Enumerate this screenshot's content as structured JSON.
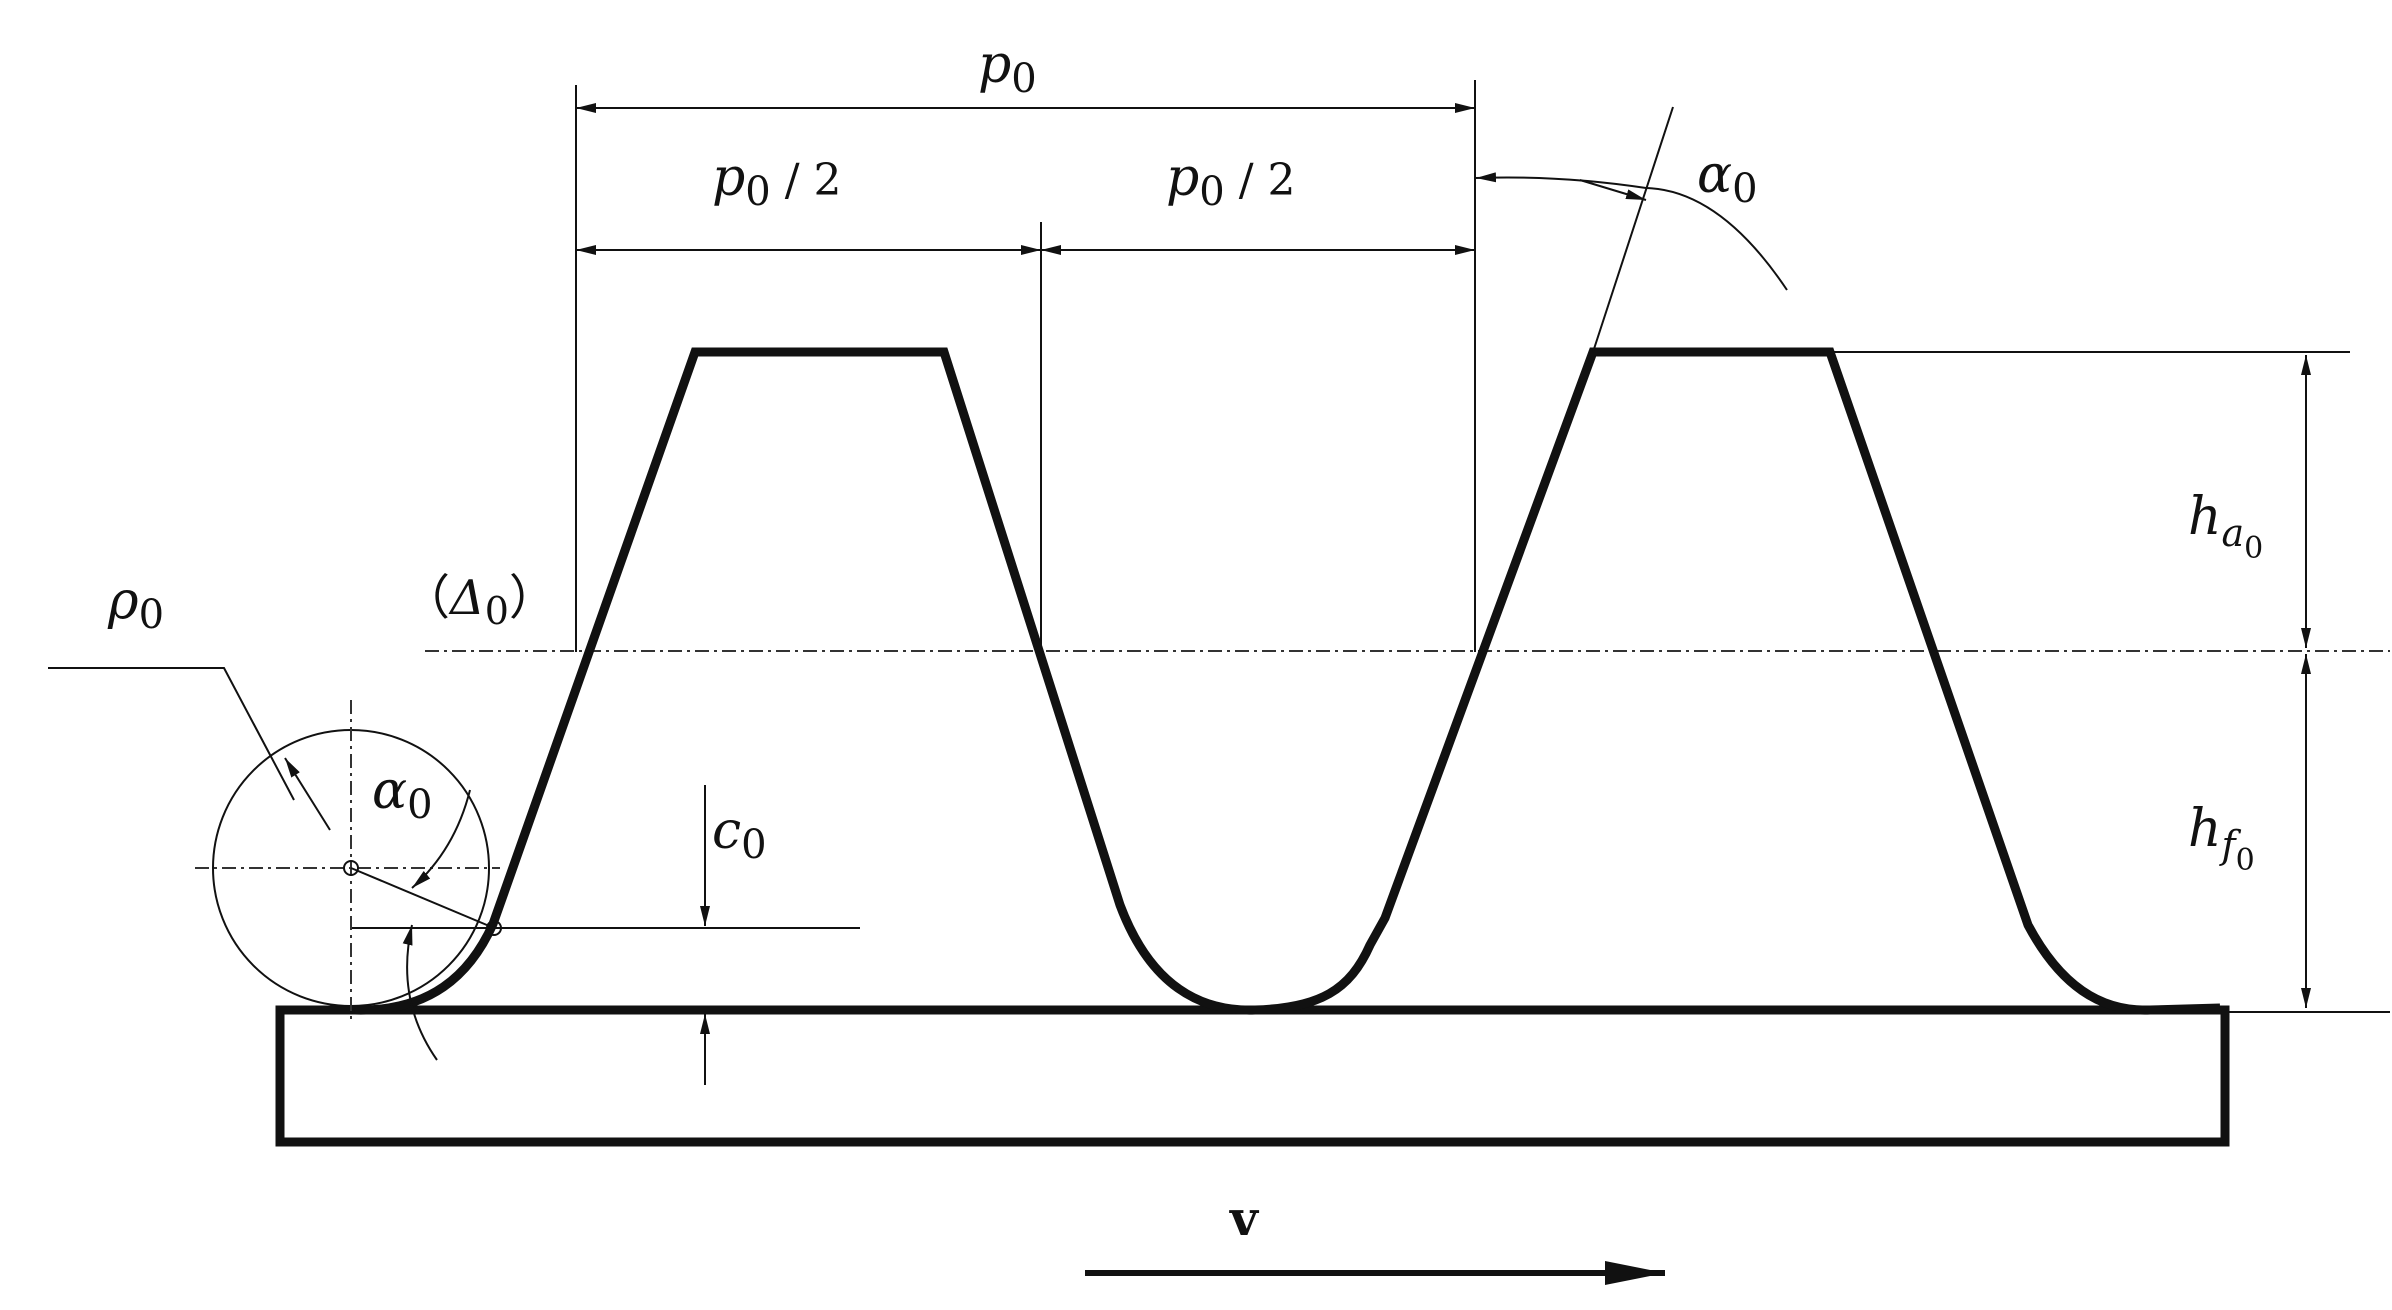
{
  "labels": {
    "pitch": "p",
    "pitch_sub": "0",
    "half_pitch_left": "p",
    "half_pitch_left_sub": "0",
    "half_pitch_left_tail": " / 2",
    "half_pitch_right": "p",
    "half_pitch_right_sub": "0",
    "half_pitch_right_tail": " / 2",
    "pressure_angle_top": "α",
    "pressure_angle_top_sub": "0",
    "pressure_angle_fillet": "α",
    "pressure_angle_fillet_sub": "0",
    "fillet_radius": "ρ",
    "fillet_radius_sub": "0",
    "reference_line": "（",
    "reference_line_symbol": "Δ",
    "reference_line_sub": "0",
    "reference_line_close": "）",
    "clearance": "c",
    "clearance_sub": "0",
    "addendum": "h",
    "addendum_sub": "a",
    "addendum_subsub": "0",
    "dedendum": "h",
    "dedendum_sub": "f",
    "dedendum_subsub": "0",
    "velocity": "v"
  }
}
